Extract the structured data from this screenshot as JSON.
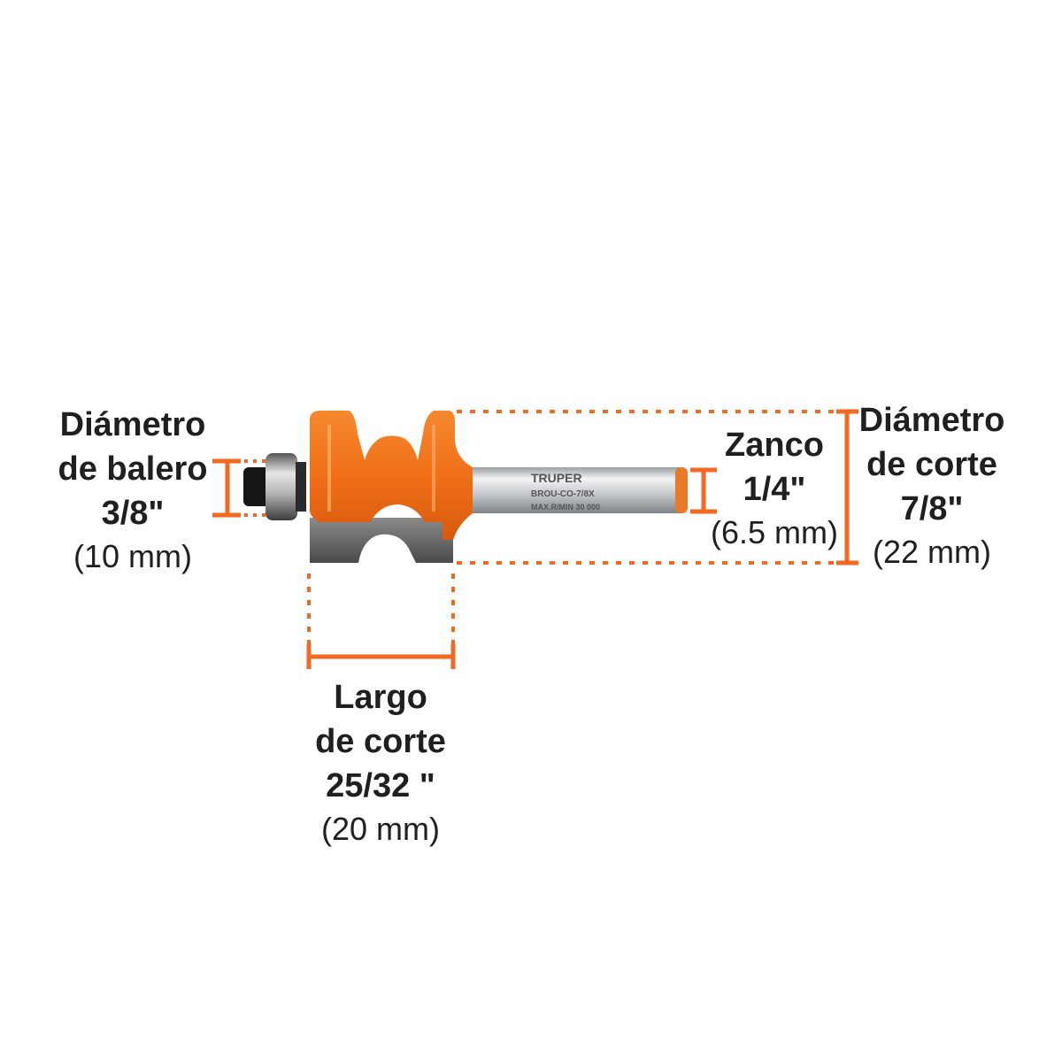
{
  "colors": {
    "accent": "#f26a21",
    "body_orange": "#f4781e",
    "carbide_gray": "#6b6b6b",
    "shank_silver": "#cfd2d4",
    "text": "#1f1f1f"
  },
  "product": {
    "brand": "TRUPER",
    "model": "BROU-CO-7/8X",
    "max_speed": "MAX.R/MIN 30 000"
  },
  "labels": {
    "bearing": {
      "line1": "Diámetro",
      "line2": "de balero",
      "value": "3/8\"",
      "metric": "(10 mm)"
    },
    "shank": {
      "line1": "Zanco",
      "value": "1/4\"",
      "metric": "(6.5 mm)"
    },
    "cut_diameter": {
      "line1": "Diámetro",
      "line2": "de corte",
      "value": "7/8\"",
      "metric": "(22 mm)"
    },
    "cut_length": {
      "line1": "Largo",
      "line2": "de corte",
      "value": "25/32 \"",
      "metric": "(20 mm)"
    }
  },
  "icons": [
    "router-bit-image",
    "dimension-bracket",
    "dotted-guide-line"
  ]
}
